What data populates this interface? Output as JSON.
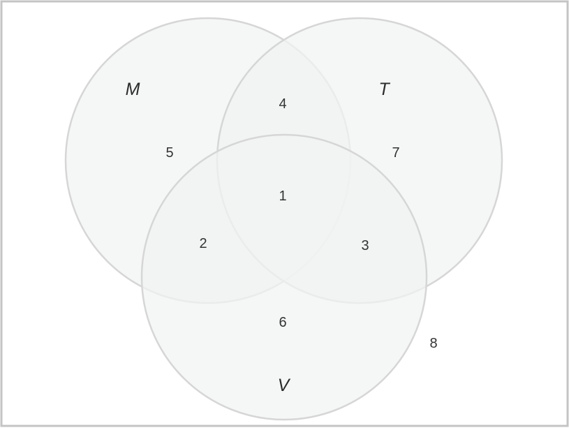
{
  "sets": [
    {
      "key": "M",
      "label": "M"
    },
    {
      "key": "T",
      "label": "T"
    },
    {
      "key": "V",
      "label": "V"
    }
  ],
  "regions": {
    "m_only": "5",
    "t_only": "7",
    "v_only": "6",
    "m_and_t": "4",
    "m_and_v": "2",
    "t_and_v": "3",
    "all_three": "1",
    "outside": "8"
  },
  "colors": {
    "circle_fill": "#f1f3f3",
    "circle_stroke": "#d6d6d6",
    "frame_stroke": "#c4c4c4",
    "text": "#333333"
  }
}
